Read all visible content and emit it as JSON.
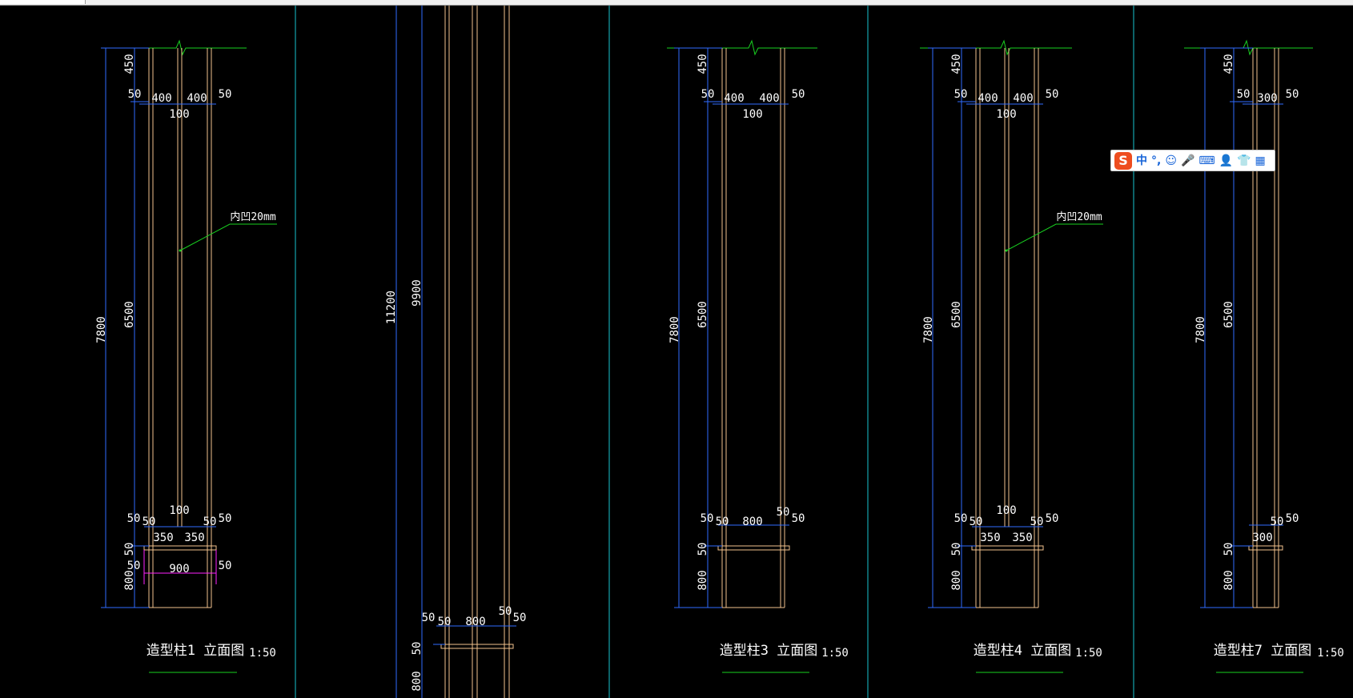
{
  "app": {
    "background": "#000000",
    "colors": {
      "outline": "#f2c28e",
      "dimension": "#2f6cff",
      "divider": "#19c4cf",
      "ground": "#18d020",
      "accent": "#ff22ff",
      "text": "#ffffff"
    }
  },
  "drawings": {
    "col1": {
      "title": "造型柱1 立面图",
      "scale": "1:50",
      "dims": {
        "overall": "7800",
        "top": "450",
        "middle": "6500",
        "base": "800",
        "side_l": "50",
        "side_r": "50",
        "half_l": "400",
        "half_r": "400",
        "gap": "100",
        "leader": "内凹20mm",
        "base_gap": "100",
        "base_l1": "50",
        "base_l2": "50",
        "base_r1": "50",
        "base_r2": "50",
        "base_half_l": "350",
        "base_half_r": "350",
        "plinth_h": "50",
        "plinth_l": "50",
        "plinth_w": "900",
        "plinth_r": "50"
      }
    },
    "col2": {
      "dims": {
        "overall": "11200",
        "height": "9900",
        "l1": "50",
        "l2": "50",
        "width": "800",
        "r1": "50",
        "r2": "50",
        "plinth_h": "50",
        "base": "800"
      }
    },
    "col3": {
      "title": "造型柱3 立面图",
      "scale": "1:50",
      "dims": {
        "overall": "7800",
        "top": "450",
        "middle": "6500",
        "base": "800",
        "side_l": "50",
        "side_r": "50",
        "half_l": "400",
        "half_r": "400",
        "gap": "100",
        "base_l1": "50",
        "base_l2": "50",
        "base_w": "800",
        "base_r1": "50",
        "base_r2": "50",
        "plinth_h": "50"
      }
    },
    "col4": {
      "title": "造型柱4 立面图",
      "scale": "1:50",
      "dims": {
        "overall": "7800",
        "top": "450",
        "middle": "6500",
        "base": "800",
        "side_l": "50",
        "side_r": "50",
        "half_l": "400",
        "half_r": "400",
        "gap": "100",
        "leader": "内凹20mm",
        "base_gap": "100",
        "base_l1": "50",
        "base_l2": "50",
        "base_r1": "50",
        "base_r2": "50",
        "base_half_l": "350",
        "base_half_r": "350",
        "plinth_h": "50"
      }
    },
    "col7": {
      "title": "造型柱7 立面图",
      "scale": "1:50",
      "dims": {
        "overall": "7800",
        "top": "450",
        "middle": "6500",
        "base": "800",
        "side_l": "50",
        "side_r": "50",
        "width": "300",
        "base_r1": "50",
        "base_r2": "50",
        "base_w": "300",
        "plinth_h": "50"
      }
    }
  },
  "ime_toolbar": {
    "logo": "S",
    "mode": "中",
    "punct": "°,",
    "emoji": "☺",
    "voice": "🎤",
    "keyboard": "⌨",
    "user": "👤",
    "skin": "👕",
    "menu": "▦"
  }
}
